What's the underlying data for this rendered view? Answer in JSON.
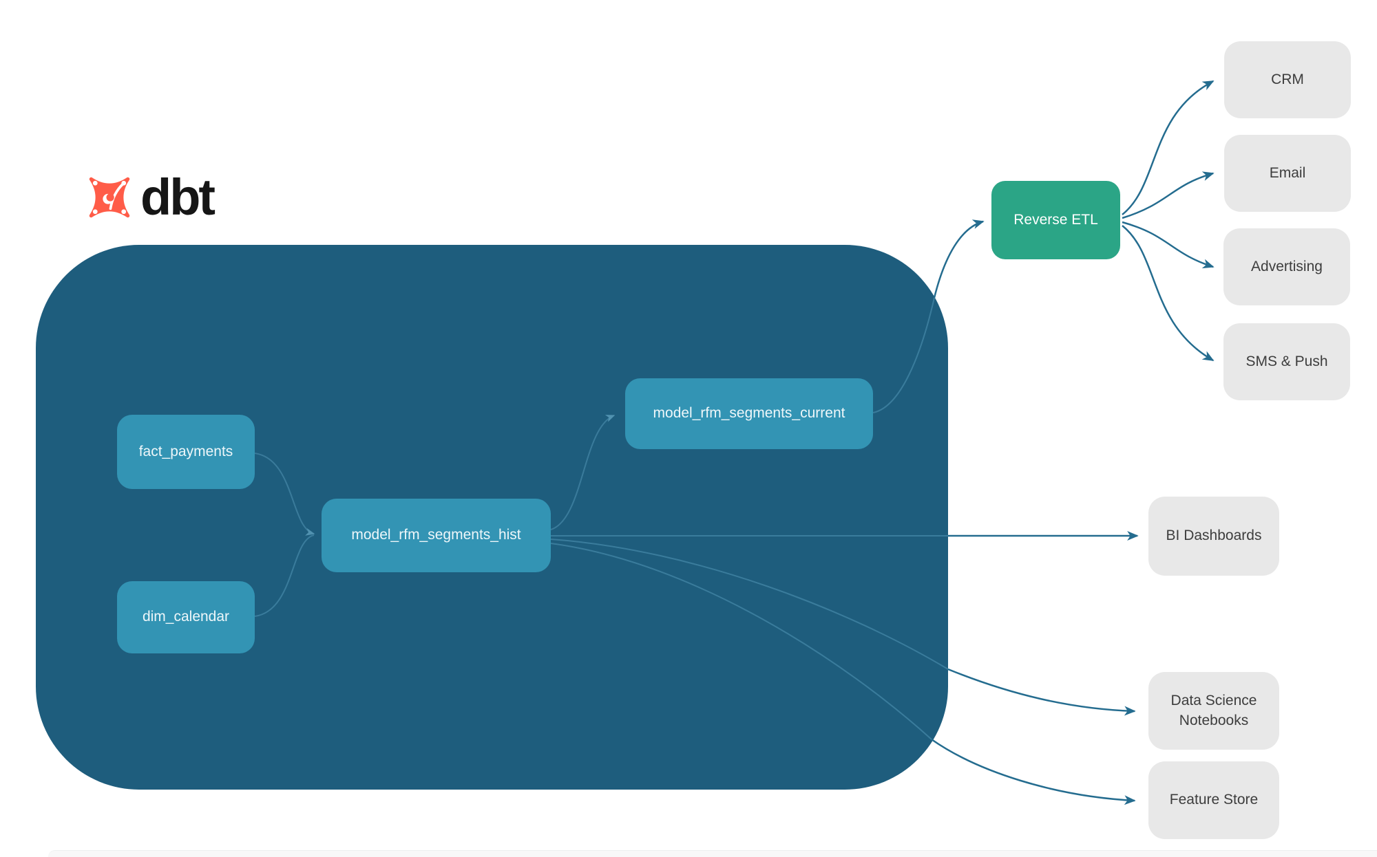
{
  "colors": {
    "background": "#ffffff",
    "warehouse_bg": "#1e5d7d",
    "model_node_bg": "#3394b4",
    "model_node_text": "#eef7fa",
    "reverse_etl_bg": "#2ba586",
    "reverse_etl_text": "#ffffff",
    "destination_bg": "#e8e8e8",
    "destination_text": "#3d3d3d",
    "edge_outside": "#246c8f",
    "edge_inside": "#4081a1",
    "logo_orange": "#ff5c48",
    "logo_text": "#161616"
  },
  "logo": {
    "brand": "dbt",
    "icon": "dbt-star-icon"
  },
  "nodes": {
    "warehouse_models": [
      {
        "id": "fact_payments",
        "label": "fact_payments"
      },
      {
        "id": "dim_calendar",
        "label": "dim_calendar"
      },
      {
        "id": "model_rfm_segments_hist",
        "label": "model_rfm_segments_hist"
      },
      {
        "id": "model_rfm_segments_current",
        "label": "model_rfm_segments_current"
      }
    ],
    "reverse_etl": {
      "label": "Reverse ETL"
    },
    "activation_destinations": [
      {
        "id": "crm",
        "label": "CRM"
      },
      {
        "id": "email",
        "label": "Email"
      },
      {
        "id": "advertising",
        "label": "Advertising"
      },
      {
        "id": "sms_push",
        "label": "SMS & Push"
      }
    ],
    "analytics_consumers": [
      {
        "id": "bi_dashboards",
        "label": "BI Dashboards"
      },
      {
        "id": "data_science_notebooks",
        "label": "Data Science Notebooks"
      },
      {
        "id": "feature_store",
        "label": "Feature Store"
      }
    ]
  },
  "edges": [
    {
      "from": "fact_payments",
      "to": "model_rfm_segments_hist"
    },
    {
      "from": "dim_calendar",
      "to": "model_rfm_segments_hist"
    },
    {
      "from": "model_rfm_segments_hist",
      "to": "model_rfm_segments_current"
    },
    {
      "from": "model_rfm_segments_current",
      "to": "reverse_etl"
    },
    {
      "from": "reverse_etl",
      "to": "crm"
    },
    {
      "from": "reverse_etl",
      "to": "email"
    },
    {
      "from": "reverse_etl",
      "to": "advertising"
    },
    {
      "from": "reverse_etl",
      "to": "sms_push"
    },
    {
      "from": "model_rfm_segments_hist",
      "to": "bi_dashboards"
    },
    {
      "from": "model_rfm_segments_hist",
      "to": "data_science_notebooks"
    },
    {
      "from": "model_rfm_segments_hist",
      "to": "feature_store"
    }
  ]
}
